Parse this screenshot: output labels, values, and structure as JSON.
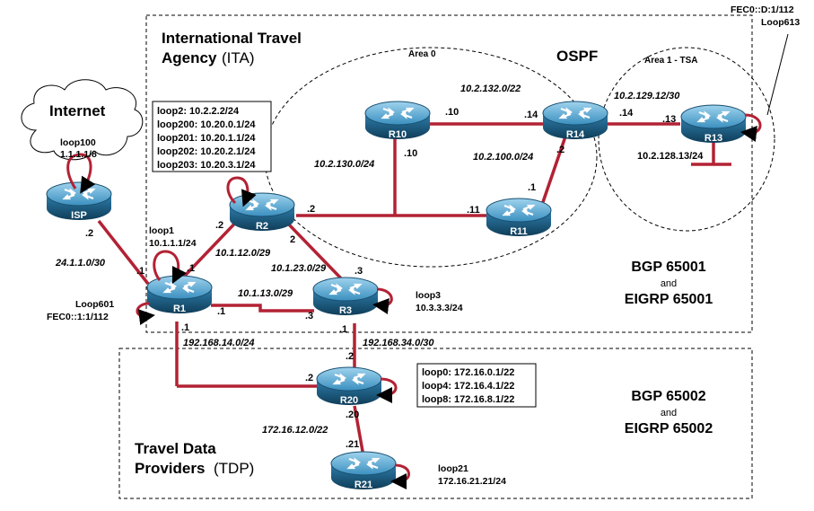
{
  "domains": {
    "ita_title": "International Travel",
    "ita_title2": "Agency",
    "ita_abbr": "(ITA)",
    "tdp_title": "Travel Data",
    "tdp_title2": "Providers",
    "tdp_abbr": "(TDP)",
    "internet": "Internet",
    "ospf": "OSPF",
    "area0": "Area 0",
    "area1": "Area 1 - TSA"
  },
  "as_labels": {
    "bgp1": "BGP 65001",
    "and1": "and",
    "eigrp1": "EIGRP 65001",
    "bgp2": "BGP 65002",
    "and2": "and",
    "eigrp2": "EIGRP 65002"
  },
  "routers": {
    "isp": "ISP",
    "r1": "R1",
    "r2": "R2",
    "r3": "R3",
    "r10": "R10",
    "r11": "R11",
    "r13": "R13",
    "r14": "R14",
    "r20": "R20",
    "r21": "R21"
  },
  "networks": {
    "n_24_1": "24.1.1.0/30",
    "n_10_1_12": "10.1.12.0/29",
    "n_10_1_23": "10.1.23.0/29",
    "n_10_1_13": "10.1.13.0/29",
    "n_192_14": "192.168.14.0/24",
    "n_192_34": "192.168.34.0/30",
    "n_172_12": "172.16.12.0/22",
    "n_10_2_130": "10.2.130.0/24",
    "n_10_2_132": "10.2.132.0/22",
    "n_10_2_100": "10.2.100.0/24",
    "n_10_2_129": "10.2.129.12/30",
    "n_10_2_128": "10.2.128.13/24"
  },
  "interfaces": {
    "isp_2": ".2",
    "r1_1_isp": ".1",
    "r1_1_r2": ".1",
    "r1_1_r3": ".1",
    "r1_1_bottom": ".1",
    "r2_2_r1": ".2",
    "r2_2_r3": "2",
    "r2_2_ospf": ".2",
    "r3_3_r1": ".3",
    "r3_3_r2": ".3",
    "r3_1_bottom": ".1",
    "r10_10_right": ".10",
    "r10_10_bottom": ".10",
    "r14_14_left": ".14",
    "r14_14_right": ".14",
    "r14_2": ".2",
    "r11_11": ".11",
    "r11_1": ".1",
    "r13_13": ".13",
    "r20_2_top": ".2",
    "r20_2_left": ".2",
    "r20_20": ".20",
    "r21_21": ".21"
  },
  "loopbacks": {
    "isp_name": "loop100",
    "isp_addr": "1.1.1.1/8",
    "r1_name": "loop1",
    "r1_addr": "10.1.1.1/24",
    "r1_v6_name": "Loop601",
    "r1_v6_addr": "FEC0::1:1/112",
    "r3_name": "loop3",
    "r3_addr": "10.3.3.3/24",
    "r13_v6_addr": "FEC0::D:1/112",
    "r13_v6_name": "Loop613",
    "r21_name": "loop21",
    "r21_addr": "172.16.21.21/24"
  },
  "r2_box": [
    "loop2: 10.2.2.2/24",
    "loop200: 10.20.0.1/24",
    "loop201: 10.20.1.1/24",
    "loop202: 10.20.2.1/24",
    "loop203: 10.20.3.1/24"
  ],
  "r20_box": [
    "loop0: 172.16.0.1/22",
    "loop4: 172.16.4.1/22",
    "loop8: 172.16.8.1/22"
  ],
  "colors": {
    "link": "#b22234",
    "router_dark": "#1a4f6e",
    "router_mid": "#2e7da8",
    "router_light": "#6fb7dd"
  }
}
